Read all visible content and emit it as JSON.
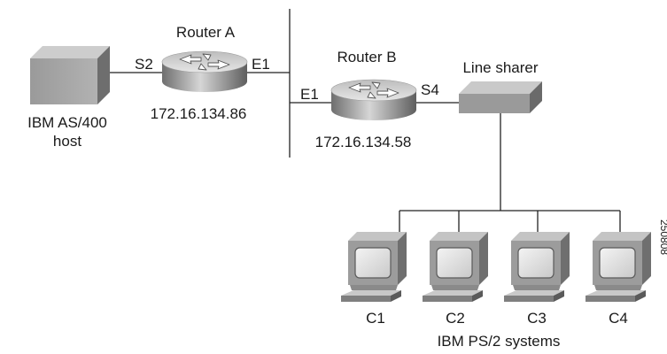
{
  "host": {
    "label_line1": "IBM AS/400",
    "label_line2": "host"
  },
  "router_a": {
    "title": "Router A",
    "ip": "172.16.134.86",
    "port_serial": "S2",
    "port_ethernet": "E1"
  },
  "router_b": {
    "title": "Router B",
    "ip": "172.16.134.58",
    "port_ethernet": "E1",
    "port_serial": "S4"
  },
  "line_sharer": {
    "label": "Line sharer"
  },
  "terminals": [
    {
      "label": "C1"
    },
    {
      "label": "C2"
    },
    {
      "label": "C3"
    },
    {
      "label": "C4"
    }
  ],
  "terminals_group_label": "IBM PS/2 systems",
  "figure_id": "250808"
}
